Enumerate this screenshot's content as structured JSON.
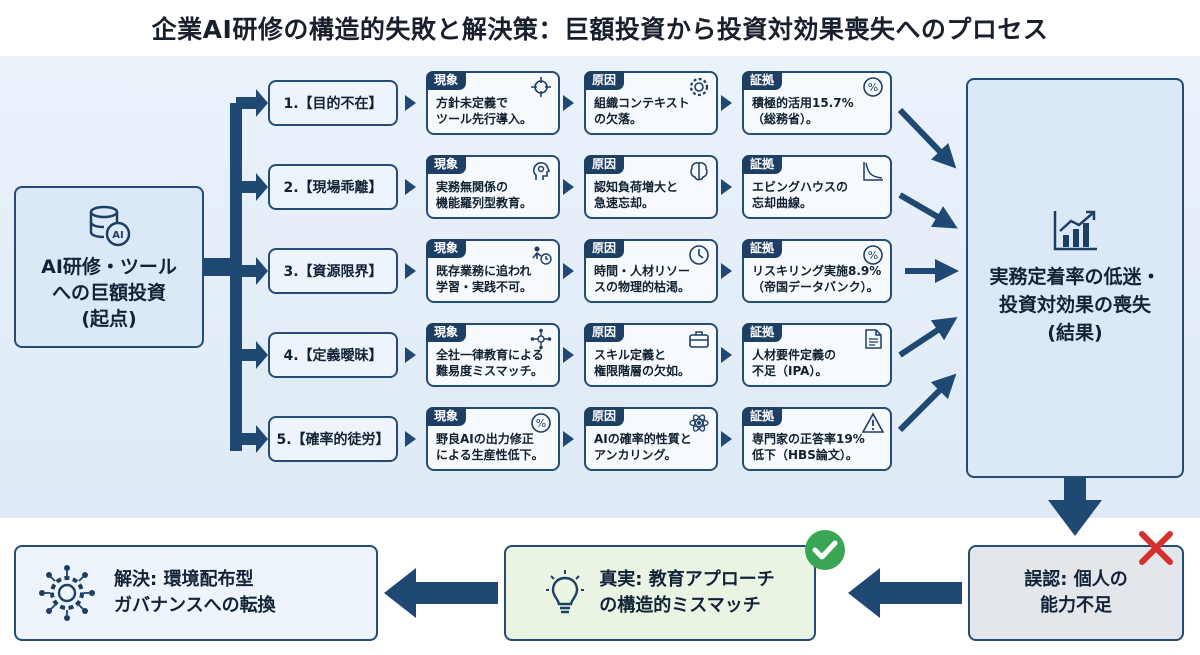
{
  "title": "企業AI研修の構造的失敗と解決策：巨額投資から投資対効果喪失へのプロセス",
  "origin": {
    "line1": "AI研修・ツール",
    "line2": "への巨額投資",
    "line3": "(起点)",
    "icon": "database-ai-icon"
  },
  "tags": {
    "phenomenon": "現象",
    "cause": "原因",
    "evidence": "証拠"
  },
  "rows": [
    {
      "category": "1.【目的不在】",
      "phenomenon": [
        "方針未定義で",
        "ツール先行導入。"
      ],
      "phenomenon_icon": "target-icon",
      "cause": [
        "組織コンテキスト",
        "の欠落。"
      ],
      "cause_icon": "gear-icon",
      "evidence": [
        "積極的活用15.7%",
        "（総務省）。"
      ],
      "evidence_icon": "percent-gauge-icon"
    },
    {
      "category": "2.【現場乖離】",
      "phenomenon": [
        "実務無関係の",
        "機能羅列型教育。"
      ],
      "phenomenon_icon": "head-gear-icon",
      "cause": [
        "認知負荷増大と",
        "急速忘却。"
      ],
      "cause_icon": "brain-icon",
      "evidence": [
        "エビングハウスの",
        "忘却曲線。"
      ],
      "evidence_icon": "decay-curve-icon"
    },
    {
      "category": "3.【資源限界】",
      "phenomenon": [
        "既存業務に追われ",
        "学習・実践不可。"
      ],
      "phenomenon_icon": "workload-icon",
      "cause": [
        "時間・人材リソー",
        "スの物理的枯渇。"
      ],
      "cause_icon": "clock-icon",
      "evidence": [
        "リスキリング実施8.9%",
        "（帝国データバンク）。"
      ],
      "evidence_icon": "percent-gauge-icon"
    },
    {
      "category": "4.【定義曖昧】",
      "phenomenon": [
        "全社一律教育による",
        "難易度ミスマッチ。"
      ],
      "phenomenon_icon": "network-icon",
      "cause": [
        "スキル定義と",
        "権限階層の欠如。"
      ],
      "cause_icon": "briefcase-icon",
      "evidence": [
        "人材要件定義の",
        "不足（IPA）。"
      ],
      "evidence_icon": "document-icon"
    },
    {
      "category": "5.【確率的徒労】",
      "phenomenon": [
        "野良AIの出力修正",
        "による生産性低下。"
      ],
      "phenomenon_icon": "percent-icon",
      "cause": [
        "AIの確率的性質と",
        "アンカリング。"
      ],
      "cause_icon": "atom-icon",
      "evidence": [
        "専門家の正答率19%",
        "低下（HBS論文）。"
      ],
      "evidence_icon": "warning-icon"
    }
  ],
  "result": {
    "line1": "実務定着率の低迷・",
    "line2": "投資対効果の喪失",
    "line3": "(結果)",
    "icon": "bar-chart-icon"
  },
  "misconception": {
    "line1": "誤認: 個人の",
    "line2": "能力不足",
    "icon": "red-x-icon",
    "color": "#d62f2f"
  },
  "truth": {
    "line1": "真実: 教育アプローチ",
    "line2": "の構造的ミスマッチ",
    "icon": "lightbulb-icon",
    "badge": "green-check-icon",
    "color": "#3aa655"
  },
  "solution": {
    "line1": "解決: 環境配布型",
    "line2": "ガバナンスへの転換",
    "icon": "gear-network-icon"
  },
  "colors": {
    "navy": "#1d3f64",
    "border": "#244d76",
    "arrow": "#1f4873"
  }
}
